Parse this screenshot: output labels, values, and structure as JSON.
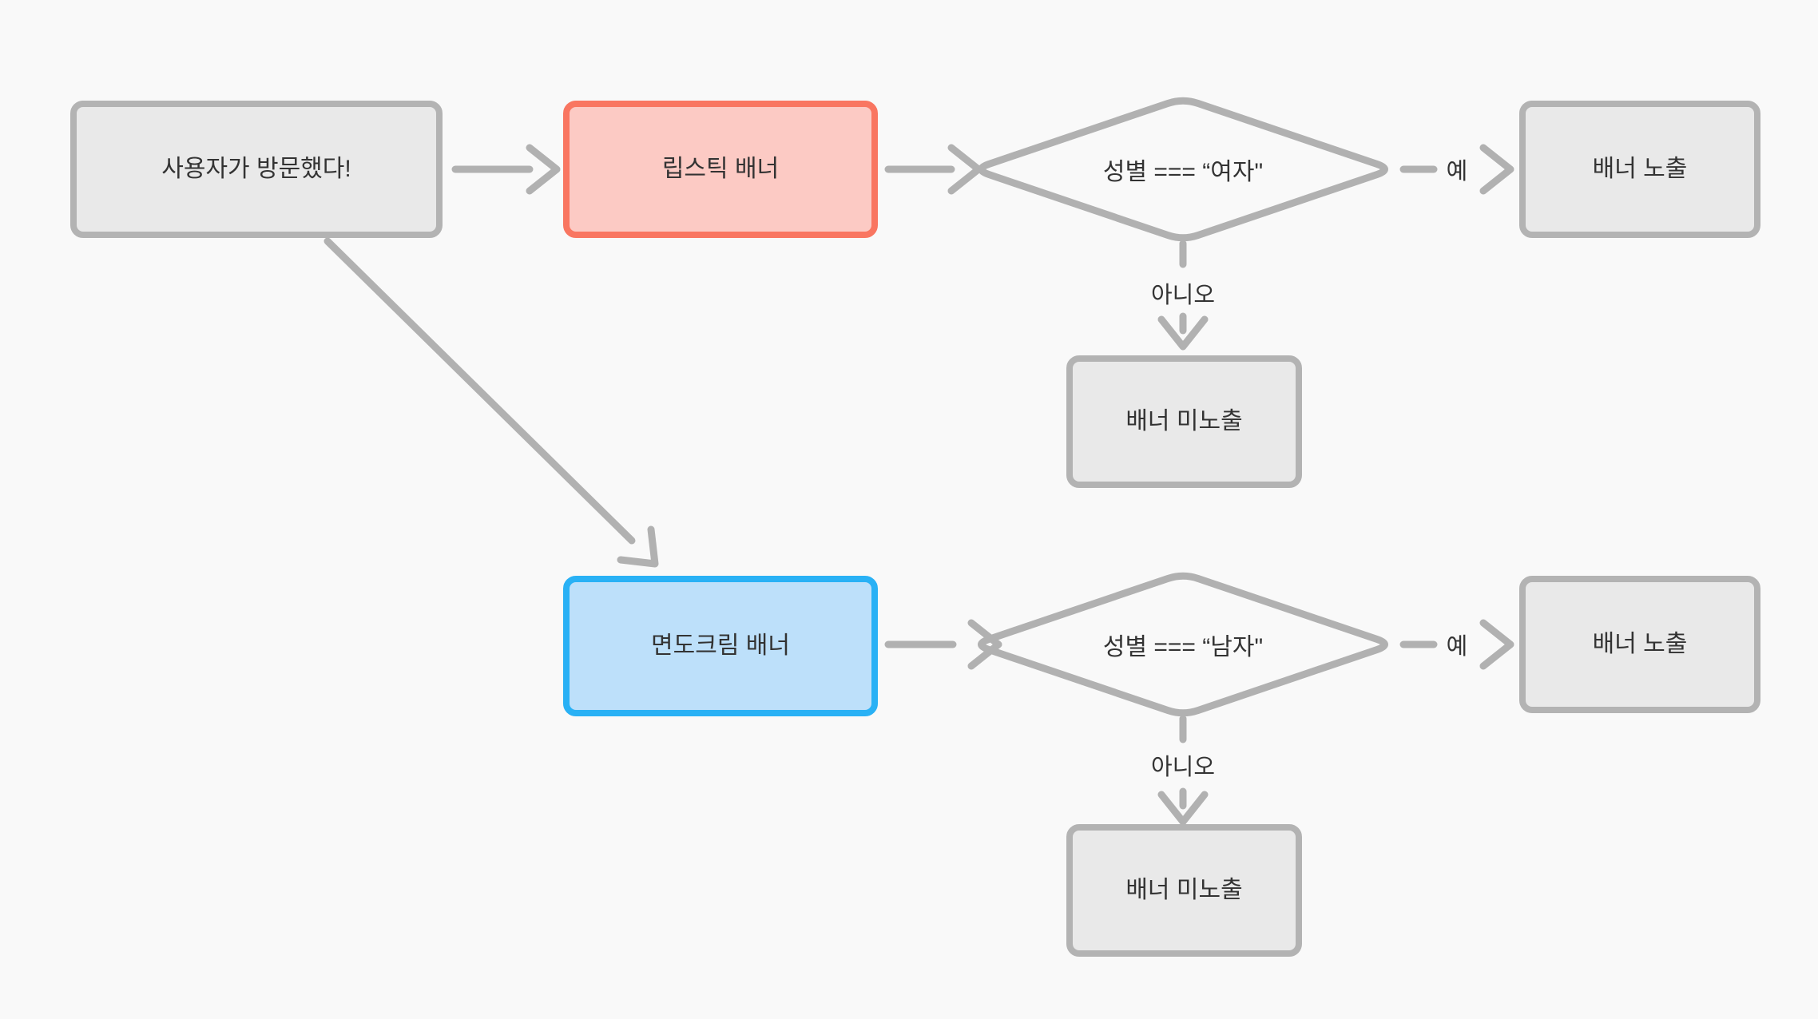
{
  "diagram": {
    "type": "flowchart",
    "nodes": {
      "user_visited": "사용자가 방문했다!",
      "lipstick_banner": "립스틱 배너",
      "gender_female_check": "성별 === “여자\"",
      "banner_shown_top": "배너 노출",
      "banner_hidden_top": "배너 미노출",
      "shaving_banner": "면도크림 배너",
      "gender_male_check": "성별 === “남자\"",
      "banner_shown_bottom": "배너 노출",
      "banner_hidden_bottom": "배너 미노출"
    },
    "edge_labels": {
      "yes_top": "예",
      "no_top": "아니오",
      "yes_bottom": "예",
      "no_bottom": "아니오"
    },
    "colors": {
      "background": "#f9f9f9",
      "node_fill": "#e9e9e9",
      "node_border": "#b3b3b3",
      "highlight_red_fill": "#fccac4",
      "highlight_red_border": "#f97661",
      "highlight_blue_fill": "#bde0fa",
      "highlight_blue_border": "#29b1f5",
      "connector": "#b1b1b1",
      "text": "#333333"
    }
  }
}
